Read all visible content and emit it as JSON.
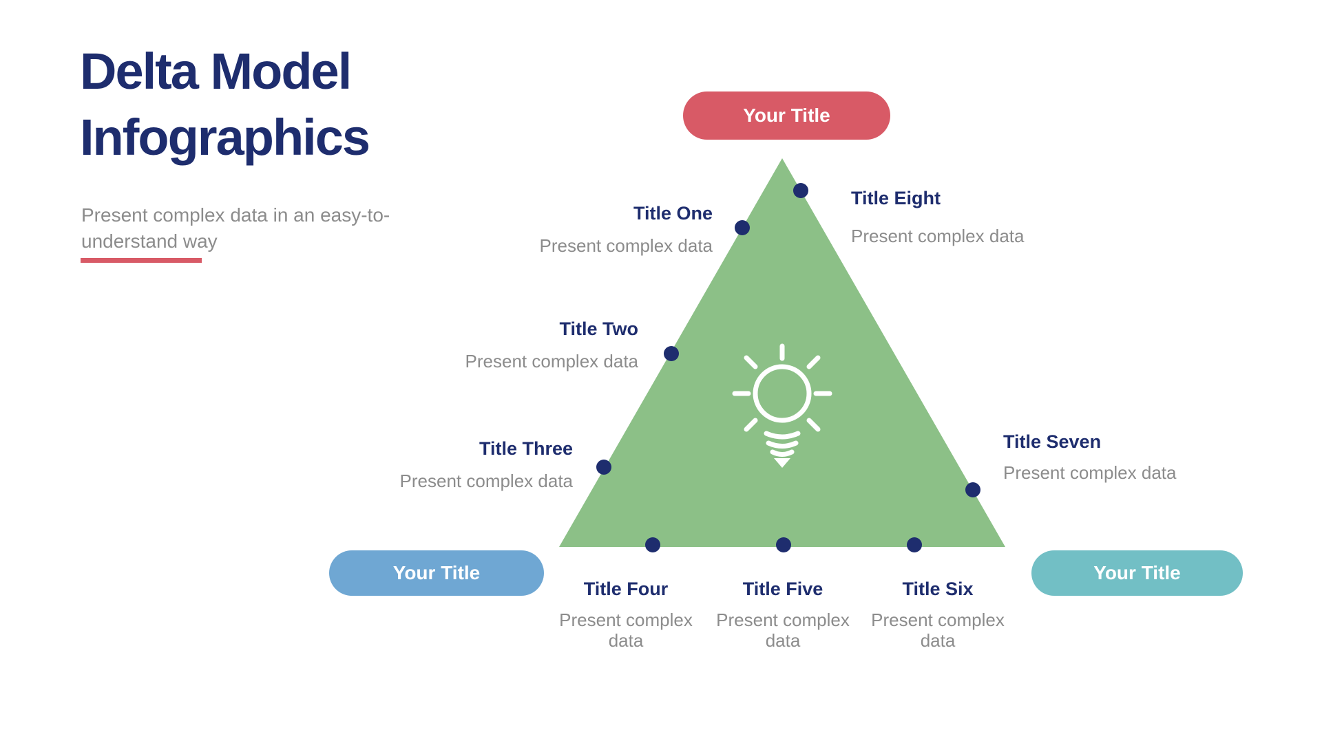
{
  "header": {
    "title_line1": "Delta Model",
    "title_line2": "Infographics",
    "subtitle_line1": "Present complex data in an easy-to-",
    "subtitle_line2": "understand way"
  },
  "pills": {
    "top": {
      "label": "Your Title",
      "color": "#d85a66"
    },
    "bottom_left": {
      "label": "Your Title",
      "color": "#6fa7d3"
    },
    "bottom_right": {
      "label": "Your Title",
      "color": "#72bfc5"
    }
  },
  "items": [
    {
      "title": "Title One",
      "desc": "Present complex data"
    },
    {
      "title": "Title Two",
      "desc": "Present complex data"
    },
    {
      "title": "Title Three",
      "desc": "Present complex data"
    },
    {
      "title": "Title Four",
      "desc": "Present complex data"
    },
    {
      "title": "Title Five",
      "desc": "Present complex data"
    },
    {
      "title": "Title Six",
      "desc": "Present complex data"
    },
    {
      "title": "Title Seven",
      "desc": "Present complex data"
    },
    {
      "title": "Title Eight",
      "desc": "Present complex data"
    }
  ],
  "center_icon": "lightbulb-icon",
  "colors": {
    "navy": "#1e2d6e",
    "gray": "#8c8c8c",
    "green": "#8cc087",
    "red": "#d85a66",
    "blue": "#6fa7d3",
    "teal": "#72bfc5",
    "white": "#ffffff"
  }
}
